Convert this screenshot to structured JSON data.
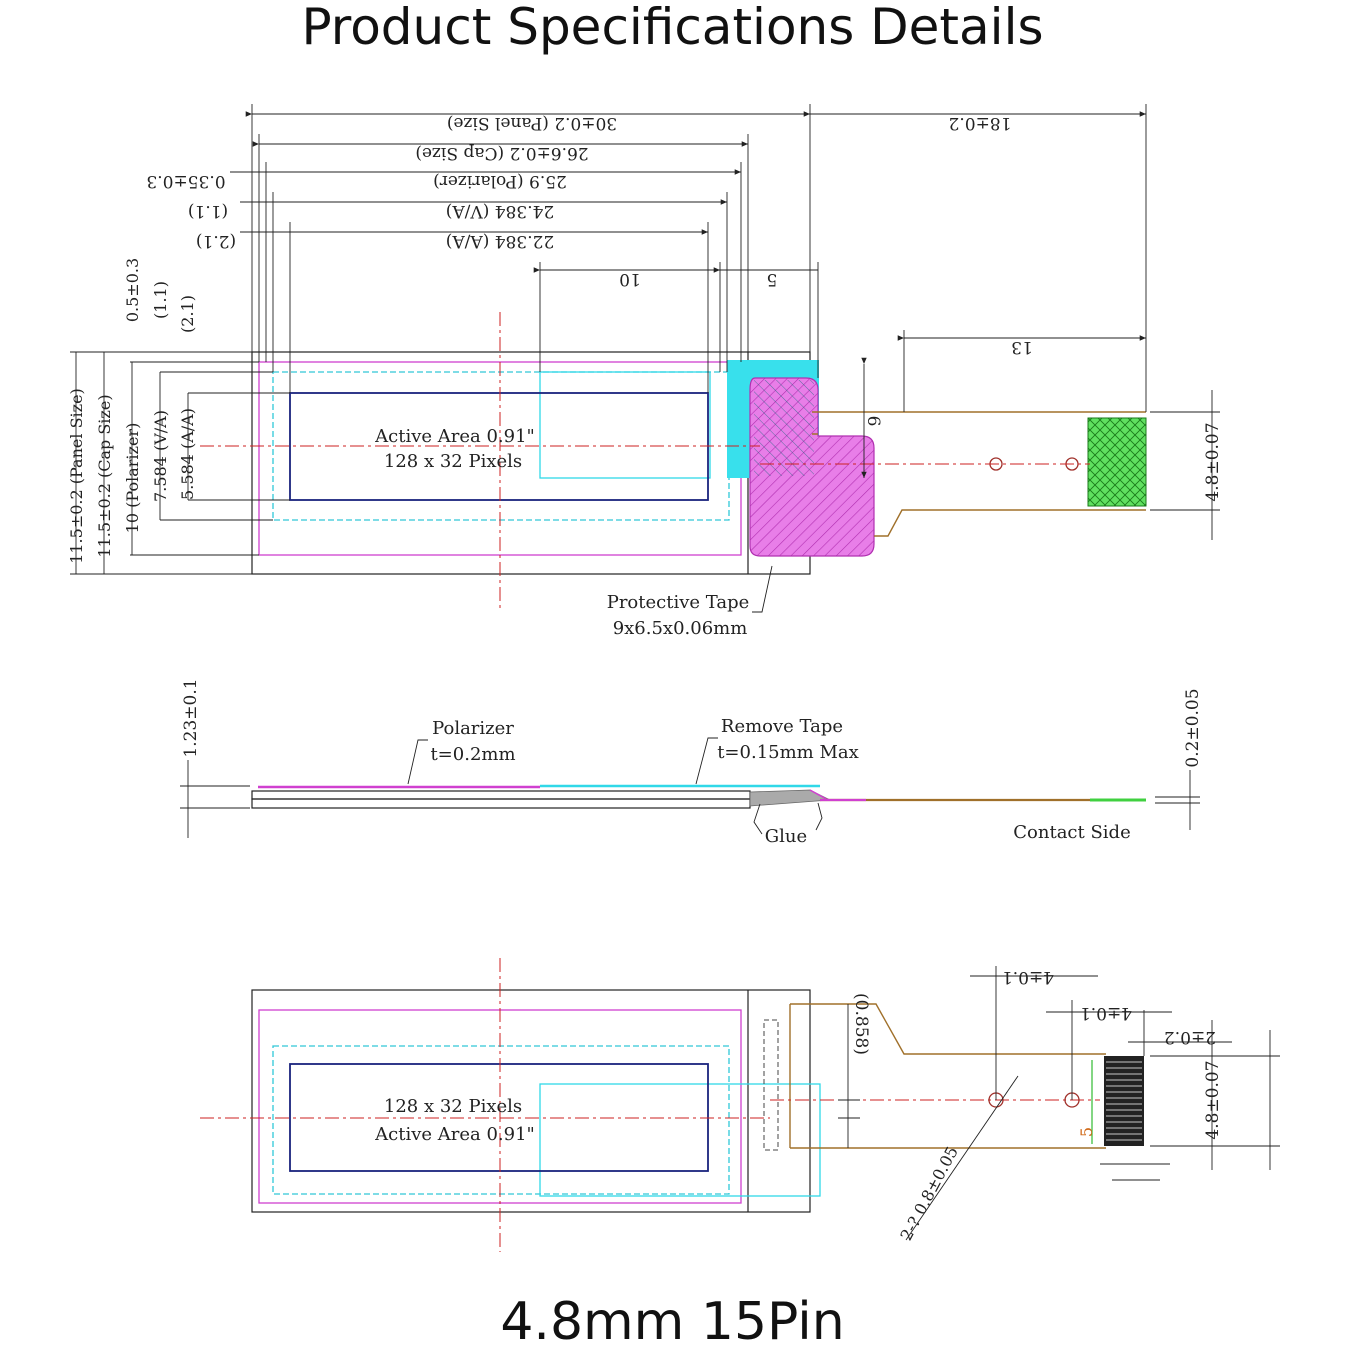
{
  "header": {
    "title": "Product Specifications Details"
  },
  "footer": {
    "subtitle": "4.8mm 15Pin"
  },
  "top_view": {
    "dims_top": {
      "panel_width": "30±0.2 (Panel Size)",
      "cap_width": "26.6±0.2 (Cap Size)",
      "polarizer_width": "25.9 (Polarizer)",
      "va_width": "24.384 (V/A)",
      "aa_width": "22.384 (A/A)",
      "left_offset": "0.35±0.3",
      "va_offset": "(1.1)",
      "aa_offset": "(2.1)",
      "fpc_length": "18±0.2",
      "dim_10": "10",
      "dim_5": "5",
      "dim_13": "13",
      "dim_6": "6"
    },
    "dims_left": {
      "panel_height": "11.5±0.2 (Panel Size)",
      "cap_height": "11.5±0.2 (Cap Size)",
      "polarizer_height": "10 (Polarizer)",
      "va_height": "7.584 (V/A)",
      "aa_height": "5.584 (A/A)",
      "top_offset": "0.5±0.3",
      "va_top": "(1.1)",
      "aa_top": "(2.1)"
    },
    "fpc_width": "4.8±0.07",
    "active_area_label": "Active Area 0.91\"",
    "pixels_label": "128 x 32 Pixels",
    "protective_tape_label": "Protective Tape",
    "protective_tape_size": "9x6.5x0.06mm"
  },
  "side_view": {
    "thickness": "1.23±0.1",
    "polarizer_label": "Polarizer",
    "polarizer_t": "t=0.2mm",
    "remove_tape_label": "Remove Tape",
    "remove_tape_t": "t=0.15mm Max",
    "glue_label": "Glue",
    "contact_side_label": "Contact Side",
    "fpc_thickness": "0.2±0.05"
  },
  "bottom_view": {
    "pixels_label": "128 x 32 Pixels",
    "active_area_label": "Active Area 0.91\"",
    "dim_0858": "(0.858)",
    "hole_dia": "2-? 0.8±0.05",
    "dim_4a": "4±0.1",
    "dim_4b": "4±0.1",
    "dim_2": "2±0.2",
    "fpc_width": "4.8±0.07",
    "dim_5": "5"
  },
  "colors": {
    "outline": "#222222",
    "polarizer": "#d040d0",
    "va": "#30d8e8",
    "aa": "#1a237e",
    "center_line": "#cc2222",
    "fpc": "#a0702a",
    "contact": "#40d040"
  }
}
